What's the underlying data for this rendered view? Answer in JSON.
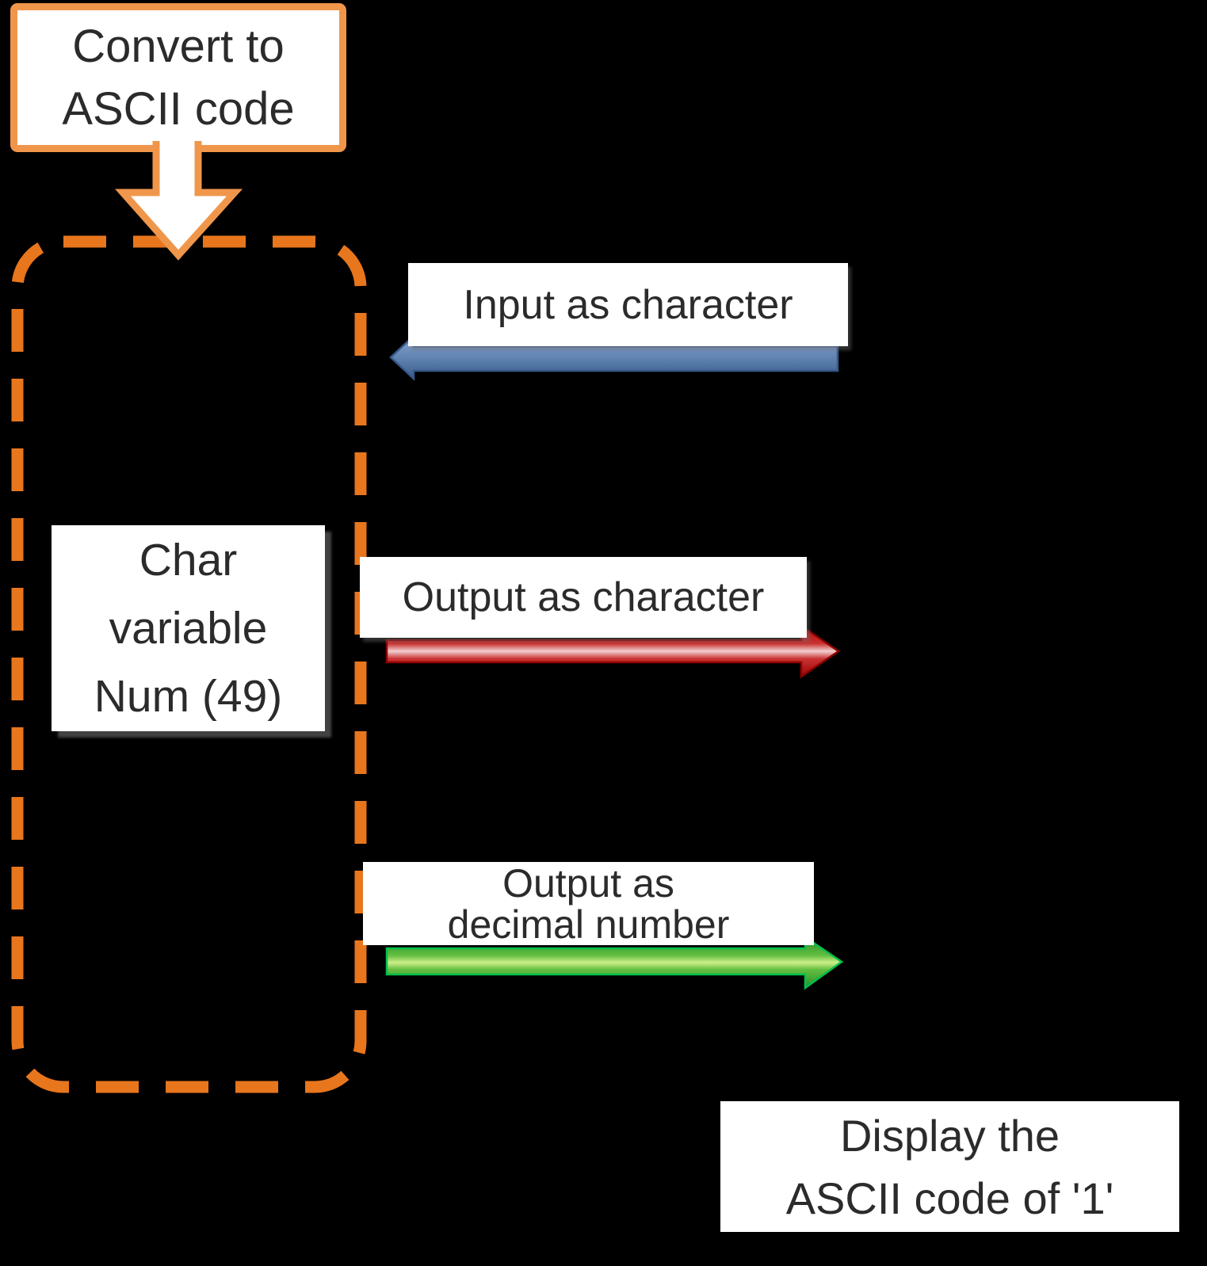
{
  "colors": {
    "bg": "#000000",
    "orange": "#E8761D",
    "callout-border": "#F0964B",
    "blue-border": "#36598A",
    "red-border": "#8E0000",
    "green-border": "#00C04B",
    "text": "#2B2B2B",
    "box": "#FFFFFF"
  },
  "callout": {
    "text": "Convert to\nASCII code"
  },
  "variable_box": {
    "text": "Char\nvariable\nNum (49)"
  },
  "labels": {
    "input": "Input as character",
    "output_character": "Output as character",
    "output_decimal": "Output as\ndecimal number"
  },
  "result_box": {
    "text": "Display the\nASCII code of '1'"
  }
}
